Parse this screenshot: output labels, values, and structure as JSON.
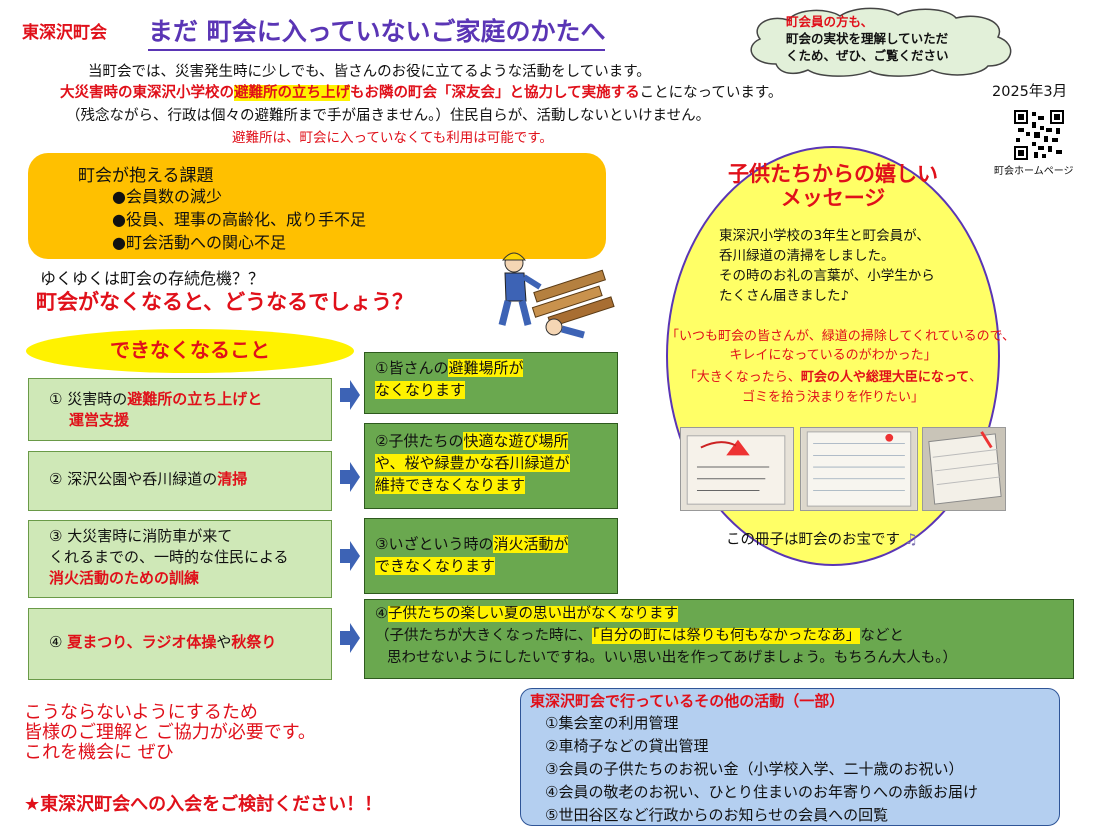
{
  "header": {
    "org_name": "東深沢町会",
    "title": "まだ 町会に入っていないご家庭のかたへ",
    "cloud_line1": "町会員の方も、",
    "cloud_line2": "町会の実状を理解していただ",
    "cloud_line3": "くため、ぜひ、ご覧ください",
    "date": "2025年3月",
    "qr_label": "町会ホームページ"
  },
  "intro": {
    "line1": "当町会では、災害発生時に少しでも、皆さんのお役に立てるような活動をしています。",
    "line2_a": "大災害時の東深沢小学校の",
    "line2_b": "避難所の立ち上げ",
    "line2_c": "もお隣の町会「深友会」と協力して実施する",
    "line2_d": "ことになっています。",
    "line3": "（残念ながら、行政は個々の避難所まで手が届きません。）住民自らが、活動しないといけません。",
    "line4": "避難所は、町会に入っていなくても利用は可能です。"
  },
  "issues": {
    "title": "町会が抱える課題",
    "items": [
      "●会員数の減少",
      "●役員、理事の高齢化、成り手不足",
      "●町会活動への関心不足"
    ]
  },
  "crisis": {
    "line1": "ゆくゆくは町会の存続危機？？",
    "line2": "町会がなくなると、どうなるでしょう？"
  },
  "cannot": {
    "title": "できなくなること",
    "row1": {
      "left_a": "① 災害時の",
      "left_b": "避難所の立ち上げと",
      "left_c": "運営支援",
      "right_a": "①皆さんの",
      "right_b": "避難場所が",
      "right_c": "なくなります"
    },
    "row2": {
      "left_a": "② 深沢公園や呑川緑道の",
      "left_b": "清掃",
      "right_a": "②子供たちの",
      "right_b": "快適な遊び場所",
      "right_c": "や、桜や緑豊かな呑川緑道が",
      "right_d": "維持できなくなります"
    },
    "row3": {
      "left_a": "③ 大災害時に消防車が来て",
      "left_b": "くれるまでの、一時的な住民による",
      "left_c": "消火活動のための訓練",
      "right_a": "③いざという時の",
      "right_b": "消火活動が",
      "right_c": "できなくなります"
    },
    "row4": {
      "left_a": "④ ",
      "left_b": "夏まつり、ラジオ体操",
      "left_c": "や",
      "left_d": "秋祭り",
      "right_a": "④",
      "right_b": "子供たちの楽しい夏の思い出がなくなります",
      "right_c": "（子供たちが大きくなった時に、",
      "right_d": "「自分の町には祭りも何もなかったなあ」",
      "right_e": "などと",
      "right_f": "思わせないようにしたいですね。いい思い出を作ってあげましょう。もちろん大人も。）"
    }
  },
  "message": {
    "title1": "子供たちからの嬉しい",
    "title2": "メッセージ",
    "body1": "東深沢小学校の3年生と町会員が、",
    "body2": "呑川緑道の清掃をしました。",
    "body3": "その時のお礼の言葉が、小学生から",
    "body4": "たくさん届きました♪",
    "quote1": "「いつも町会の皆さんが、緑道の掃除してくれているので、",
    "quote2": "キレイになっているのがわかった」",
    "quote3_a": "「大きくなったら、",
    "quote3_b": "町会の人や総理大臣になって",
    "quote3_c": "、",
    "quote4": "ゴミを拾う決まりを作りたい」",
    "treasure": "この冊子は町会のお宝です",
    "note_icon": "music-notes-icon"
  },
  "closing": {
    "line1": "こうならないようにするため",
    "line2": "皆様のご理解と ご協力が必要です。",
    "line3": "これを機会に ぜひ",
    "star": "★東深沢町会への入会をご検討ください！！"
  },
  "other_activities": {
    "title": "東深沢町会で行っているその他の活動（一部）",
    "items": [
      "①集会室の利用管理",
      "②車椅子などの貸出管理",
      "③会員の子供たちのお祝い金（小学校入学、二十歳のお祝い）",
      "④会員の敬老のお祝い、ひとり住まいのお年寄りへの赤飯お届け",
      "⑤世田谷区など行政からのお知らせの会員への回覧"
    ]
  }
}
